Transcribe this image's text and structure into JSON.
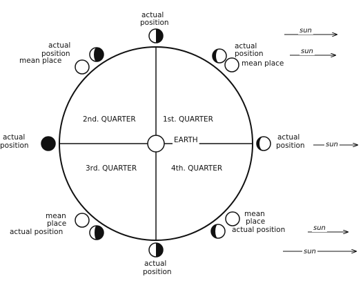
{
  "center": {
    "label": "EARTH"
  },
  "quarters": {
    "first": "1st. QUARTER",
    "second": "2nd. QUARTER",
    "third": "3rd. QUARTER",
    "fourth": "4th. QUARTER"
  },
  "labels": {
    "top_actual_line1": "actual",
    "top_actual_line2": "position",
    "topright_actual_line1": "actual",
    "topright_actual_line2": "position",
    "topright_mean": "mean place",
    "topleft_actual_line1": "actual",
    "topleft_actual_line2": "position",
    "topleft_mean": "mean place",
    "left_actual_line1": "actual",
    "left_actual_line2": "position",
    "right_actual_line1": "actual",
    "right_actual_line2": "position",
    "bottomleft_mean_line1": "mean",
    "bottomleft_mean_line2": "place",
    "bottomleft_actual": "actual position",
    "bottomright_mean_line1": "mean",
    "bottomright_mean_line2": "place",
    "bottomright_actual": "actual position",
    "bottom_actual_line1": "actual",
    "bottom_actual_line2": "position"
  },
  "sun_label": "sun",
  "colors": {
    "ink": "#111111",
    "paper": "#ffffff"
  }
}
